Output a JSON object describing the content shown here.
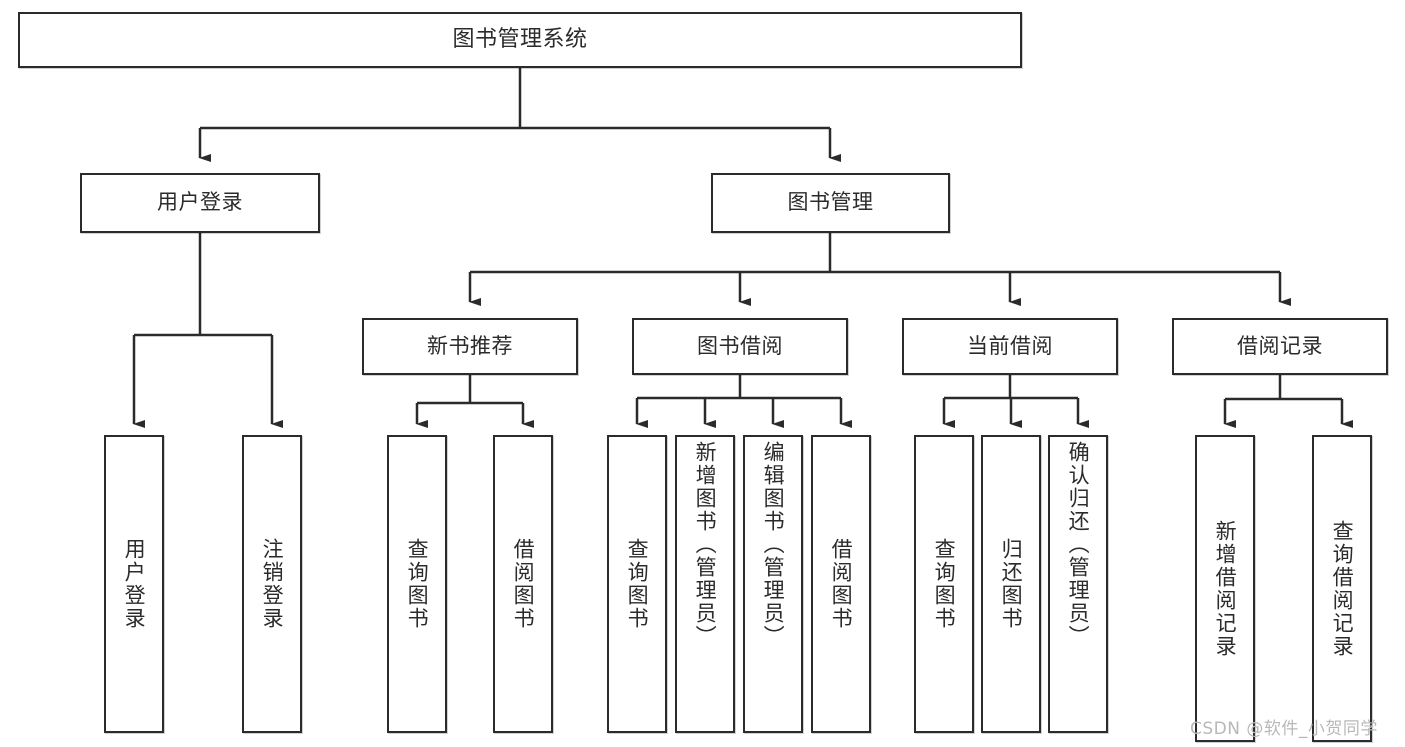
{
  "diagram": {
    "type": "tree-hierarchy",
    "title": "图书管理系统",
    "watermark": "CSDN @软件_小贺同学",
    "stroke_color": "#2b2b2b",
    "fill_color": "#ffffff",
    "nodes": {
      "root": {
        "label": "图书管理系统"
      },
      "level2": [
        {
          "id": "user-login",
          "label": "用户登录"
        },
        {
          "id": "book-management",
          "label": "图书管理"
        }
      ],
      "level3": [
        {
          "id": "new-book-recommend",
          "label": "新书推荐"
        },
        {
          "id": "book-borrow",
          "label": "图书借阅"
        },
        {
          "id": "current-borrow",
          "label": "当前借阅"
        },
        {
          "id": "borrow-record",
          "label": "借阅记录"
        }
      ],
      "leaves": [
        {
          "id": "leaf-user-login",
          "label": "用户登录",
          "parent": "user-login"
        },
        {
          "id": "leaf-logout",
          "label": "注销登录",
          "parent": "user-login"
        },
        {
          "id": "leaf-query-book-1",
          "label": "查询图书",
          "parent": "new-book-recommend"
        },
        {
          "id": "leaf-borrow-book-1",
          "label": "借阅图书",
          "parent": "new-book-recommend"
        },
        {
          "id": "leaf-query-book-2",
          "label": "查询图书",
          "parent": "book-borrow"
        },
        {
          "id": "leaf-add-book",
          "label": "新增图书（管理员）",
          "parent": "book-borrow"
        },
        {
          "id": "leaf-edit-book",
          "label": "编辑图书（管理员）",
          "parent": "book-borrow"
        },
        {
          "id": "leaf-borrow-book-2",
          "label": "借阅图书",
          "parent": "book-borrow"
        },
        {
          "id": "leaf-query-book-3",
          "label": "查询图书",
          "parent": "current-borrow"
        },
        {
          "id": "leaf-return-book",
          "label": "归还图书",
          "parent": "current-borrow"
        },
        {
          "id": "leaf-confirm-return",
          "label": "确认归还（管理员）",
          "parent": "current-borrow"
        },
        {
          "id": "leaf-add-record",
          "label": "新增借阅记录",
          "parent": "borrow-record"
        },
        {
          "id": "leaf-query-record",
          "label": "查询借阅记录",
          "parent": "borrow-record"
        }
      ]
    }
  }
}
